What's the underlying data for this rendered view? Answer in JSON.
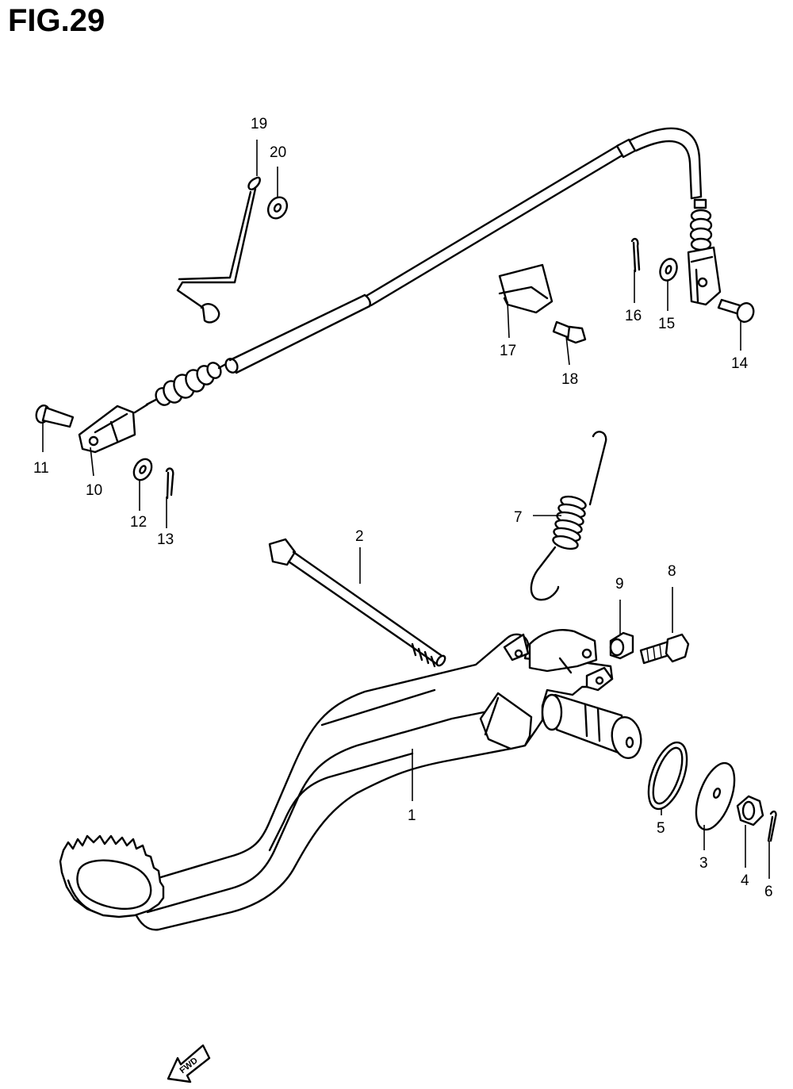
{
  "figure_title": "FIG.29",
  "fwd_label": "FWD",
  "callouts": {
    "p1": "1",
    "p2": "2",
    "p3": "3",
    "p4": "4",
    "p5": "5",
    "p6": "6",
    "p7": "7",
    "p8": "8",
    "p9": "9",
    "p10": "10",
    "p11": "11",
    "p12": "12",
    "p13": "13",
    "p14": "14",
    "p15": "15",
    "p16": "16",
    "p17": "17",
    "p18": "18",
    "p19": "19",
    "p20": "20"
  }
}
